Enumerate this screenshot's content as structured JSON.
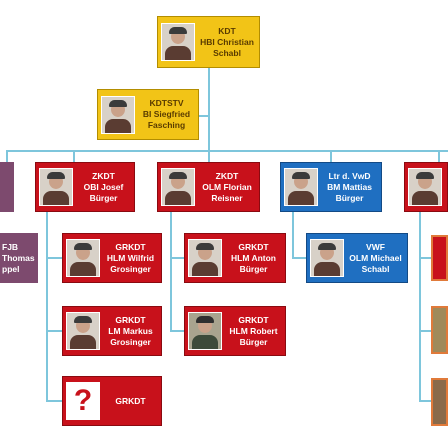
{
  "colors": {
    "gold": "#f2c417",
    "red": "#c8111b",
    "blue": "#1f6fc1",
    "purple": "#7d4a6e",
    "connector": "#7ec6dc"
  },
  "nodes": {
    "kdt": {
      "role": "KDT",
      "rank": "HBI Christian",
      "name": "Schabl"
    },
    "kdtstv": {
      "role": "KDTSTV",
      "rank": "BI Siegfried",
      "name": "Fasching"
    },
    "zkdt_josef": {
      "role": "ZKDT",
      "rank": "OBI Josef",
      "name": "Bürger"
    },
    "zkdt_florian": {
      "role": "ZKDT",
      "rank": "OLM Florian",
      "name": "Reisner"
    },
    "ltr_vwd": {
      "role": "Ltr d. VwD",
      "rank": "BM Mattias",
      "name": "Bürger"
    },
    "fjb": {
      "role": "FJB",
      "rank": "Thomas",
      "name": "ppel"
    },
    "grkdt_wilfrid": {
      "role": "GRKDT",
      "rank": "HLM Wilfrid",
      "name": "Grosinger"
    },
    "grkdt_anton": {
      "role": "GRKDT",
      "rank": "HLM Anton",
      "name": "Bürger"
    },
    "vwf_michael": {
      "role": "VWF",
      "rank": "OLM Michael",
      "name": "Schabl"
    },
    "grkdt_markus": {
      "role": "GRKDT",
      "rank": "LM Markus",
      "name": "Grosinger"
    },
    "grkdt_robert": {
      "role": "GRKDT",
      "rank": "HLM Robert",
      "name": "Bürger"
    },
    "grkdt_unknown": {
      "role": "GRKDT",
      "mark": "?"
    }
  }
}
